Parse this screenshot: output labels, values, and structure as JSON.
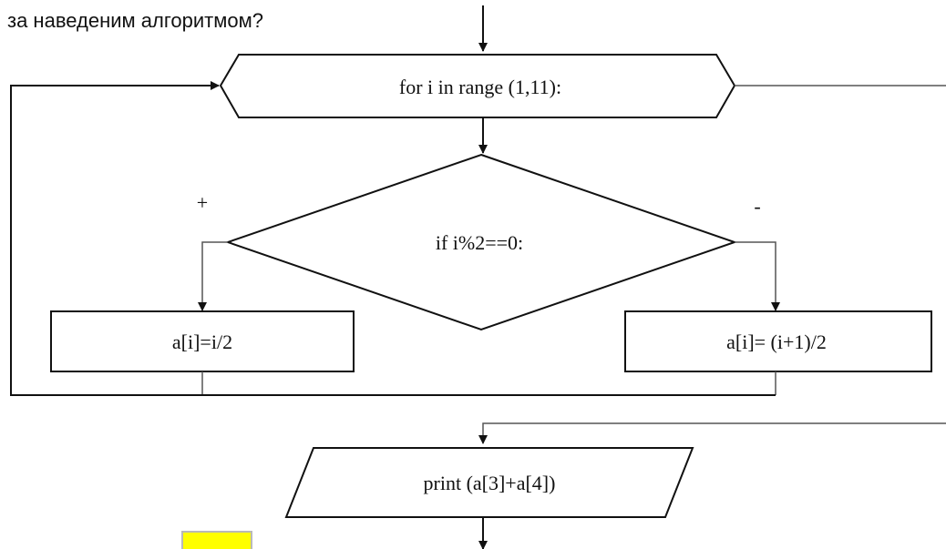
{
  "header": {
    "question_fragment": "за наведеним алгоритмом?"
  },
  "flowchart": {
    "loop_label": "for i in range (1,11):",
    "condition_label": "if i%2==0:",
    "true_marker": "+",
    "false_marker": "-",
    "true_branch_label": "a[i]=i/2",
    "false_branch_label": "a[i]= (i+1)/2",
    "output_label": "print (a[3]+a[4])"
  },
  "colors": {
    "line": "#111111",
    "highlight": "#ffff00",
    "highlight_border": "#b9b9b9"
  }
}
